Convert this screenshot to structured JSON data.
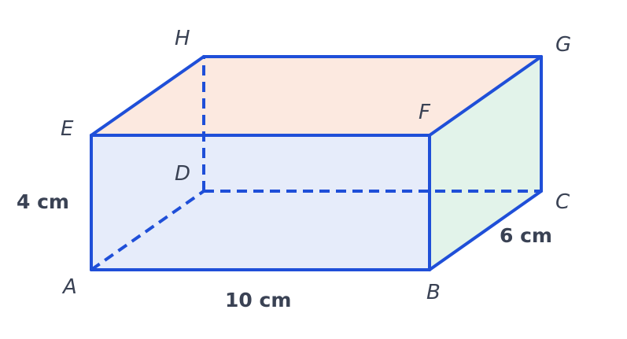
{
  "colors": {
    "edge": "#1f4fd8",
    "front_face": "#e6ecfa",
    "top_face": "#fce9e0",
    "right_face": "#e2f3ea",
    "label": "#3a4254"
  },
  "vertices": {
    "A": "A",
    "B": "B",
    "C": "C",
    "D": "D",
    "E": "E",
    "F": "F",
    "G": "G",
    "H": "H"
  },
  "dimensions": {
    "length": "10 cm",
    "height": "4 cm",
    "depth": "6 cm"
  }
}
